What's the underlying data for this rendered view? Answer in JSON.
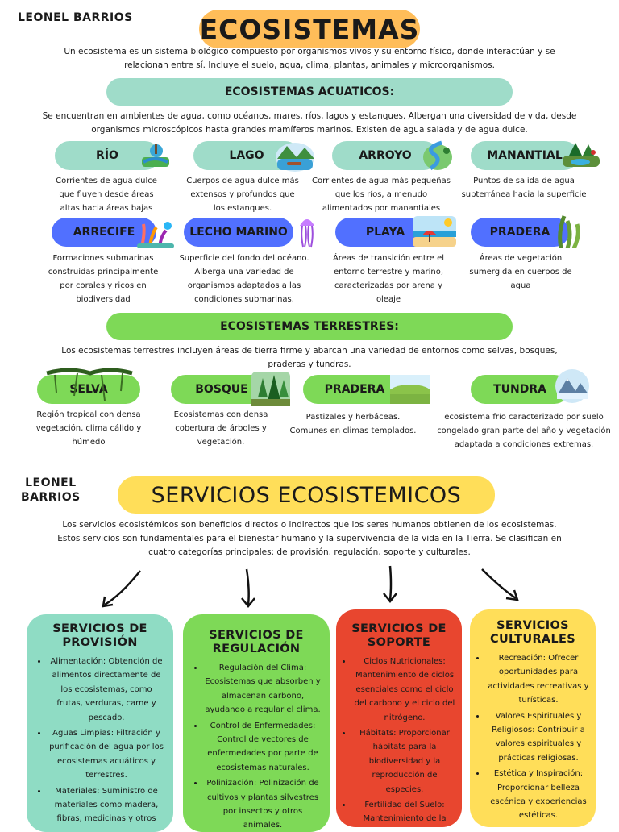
{
  "author": "LEONEL BARRIOS",
  "author2": [
    "LEONEL",
    "BARRIOS"
  ],
  "title": "ECOSISTEMAS",
  "intro": "Un ecosistema es un sistema biológico compuesto por organismos vivos y su entorno físico, donde interactúan y se relacionan entre sí. Incluye el suelo, agua, clima, plantas, animales y microorganismos.",
  "aquatic": {
    "heading": "ECOSISTEMAS ACUATICOS:",
    "text": "Se encuentran en ambientes de agua, como océanos, mares, ríos, lagos y estanques. Albergan una diversidad de vida, desde organismos microscópicos hasta grandes mamíferos marinos. Existen de agua salada y de agua dulce.",
    "row1": [
      {
        "label": "RÍO",
        "desc": "Corrientes de agua dulce que fluyen desde áreas altas hacia áreas bajas",
        "icon": "river-icon"
      },
      {
        "label": "LAGO",
        "desc": "Cuerpos de agua dulce más extensos y profundos que los estanques.",
        "icon": "lake-icon"
      },
      {
        "label": "ARROYO",
        "desc": "Corrientes de agua más pequeñas que los ríos, a menudo alimentados por manantiales",
        "icon": "stream-icon"
      },
      {
        "label": "MANANTIAL",
        "desc": "Puntos de salida de agua subterránea hacia la superficie",
        "icon": "spring-icon"
      }
    ],
    "row2": [
      {
        "label": "ARRECIFE",
        "desc": "Formaciones submarinas construidas principalmente por corales y ricos en biodiversidad",
        "icon": "reef-icon"
      },
      {
        "label": "LECHO MARINO",
        "desc": "Superficie del fondo del océano. Alberga una variedad de organismos adaptados a las condiciones submarinas.",
        "icon": "jellyfish-icon"
      },
      {
        "label": "PLAYA",
        "desc": "Áreas de transición entre el entorno terrestre y marino, caracterizadas por arena y oleaje",
        "icon": "beach-icon"
      },
      {
        "label": "PRADERA",
        "desc": "Áreas de vegetación sumergida en cuerpos de agua",
        "icon": "seagrass-icon"
      }
    ]
  },
  "terrestrial": {
    "heading": "ECOSISTEMAS TERRESTRES:",
    "text": "Los ecosistemas terrestres incluyen áreas de tierra firme y abarcan una variedad de entornos como selvas, bosques, praderas y tundras.",
    "items": [
      {
        "label": "SELVA",
        "desc": "Región tropical con densa vegetación, clima cálido y húmedo",
        "icon": "jungle-icon"
      },
      {
        "label": "BOSQUE",
        "desc": "Ecosistemas con densa cobertura de árboles y vegetación.",
        "icon": "forest-icon"
      },
      {
        "label": "PRADERA",
        "desc": "Pastizales y herbáceas. Comunes en climas templados.",
        "icon": "meadow-icon"
      },
      {
        "label": "TUNDRA",
        "desc": "ecosistema frío caracterizado por suelo congelado gran parte del año y vegetación adaptada a condiciones extremas.",
        "icon": "tundra-icon"
      }
    ]
  },
  "services": {
    "title": "SERVICIOS ECOSISTEMICOS",
    "text": "Los servicios ecosistémicos son beneficios directos o indirectos que los seres humanos obtienen de los ecosistemas. Estos servicios son fundamentales para el bienestar humano y la supervivencia de la vida en la Tierra. Se clasifican en cuatro categorías principales: de provisión, regulación, soporte y culturales.",
    "cards": [
      {
        "title": "SERVICIOS DE PROVISIÓN",
        "color": "#8fdcc4",
        "items": [
          "Alimentación: Obtención de alimentos directamente de los ecosistemas, como frutas, verduras, carne y pescado.",
          "Aguas Limpias: Filtración y purificación del agua por los ecosistemas acuáticos y terrestres.",
          "Materiales: Suministro de materiales como madera, fibras, medicinas y otros"
        ]
      },
      {
        "title": "SERVICIOS DE REGULACIÓN",
        "color": "#7ed957",
        "items": [
          "Regulación del Clima: Ecosistemas que absorben y almacenan carbono, ayudando a regular el clima.",
          "Control de Enfermedades: Control de vectores de enfermedades por parte de ecosistemas naturales.",
          "Polinización: Polinización de cultivos y plantas silvestres por insectos y otros animales."
        ]
      },
      {
        "title": "SERVICIOS DE SOPORTE",
        "color": "#e8462f",
        "items": [
          "Ciclos Nutricionales: Mantenimiento de ciclos esenciales como el ciclo del carbono y el ciclo del nitrógeno.",
          "Hábitats: Proporcionar hábitats para la biodiversidad y la reproducción de especies.",
          "Fertilidad del Suelo: Mantenimiento de la"
        ]
      },
      {
        "title": "SERVICIOS CULTURALES",
        "color": "#ffde59",
        "items": [
          "Recreación: Ofrecer oportunidades para actividades recreativas y turísticas.",
          "Valores Espirituales y Religiosos: Contribuir a valores espirituales y prácticas religiosas.",
          "Estética y Inspiración: Proporcionar belleza escénica y experiencias estéticas."
        ]
      }
    ]
  },
  "colors": {
    "orange": "#ffbd59",
    "yellow": "#ffde59",
    "teal": "#9fdcc9",
    "green": "#7ed957",
    "blue": "#5170ff"
  }
}
